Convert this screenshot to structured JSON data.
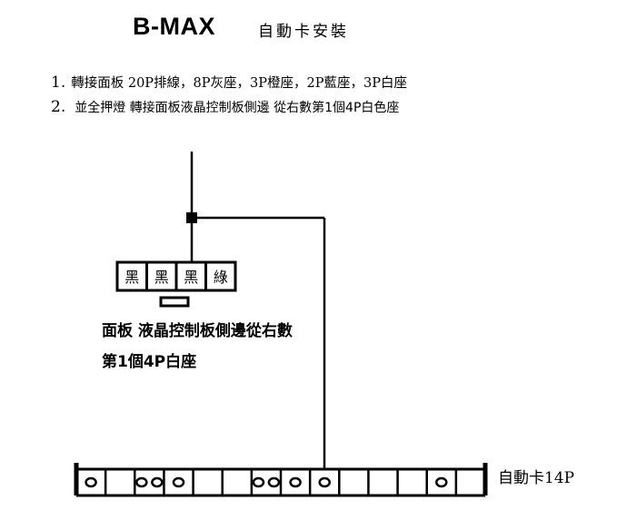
{
  "header": {
    "title": "B-MAX",
    "subtitle": "自動卡安裝"
  },
  "instructions": [
    {
      "num": "1.",
      "text": "轉接面板 20P排線，8P灰座，3P橙座，2P藍座，3P白座"
    },
    {
      "num": "2.",
      "text": "並全押燈 轉接面板液晶控制板側邊 從右數第1個4P白色座"
    }
  ],
  "connector": {
    "pins": [
      "黑",
      "黑",
      "黑",
      "綠"
    ]
  },
  "panel_label": {
    "line1": "面板 液晶控制板側邊從右數",
    "line2": "第1個4P白座"
  },
  "card": {
    "label": "自動卡14P",
    "cells": 14,
    "circles_per_cell": [
      1,
      0,
      2,
      1,
      0,
      0,
      2,
      1,
      1,
      0,
      0,
      0,
      1,
      0
    ],
    "wire_cell_index": 8
  },
  "colors": {
    "stroke": "#000000",
    "background": "#ffffff"
  }
}
